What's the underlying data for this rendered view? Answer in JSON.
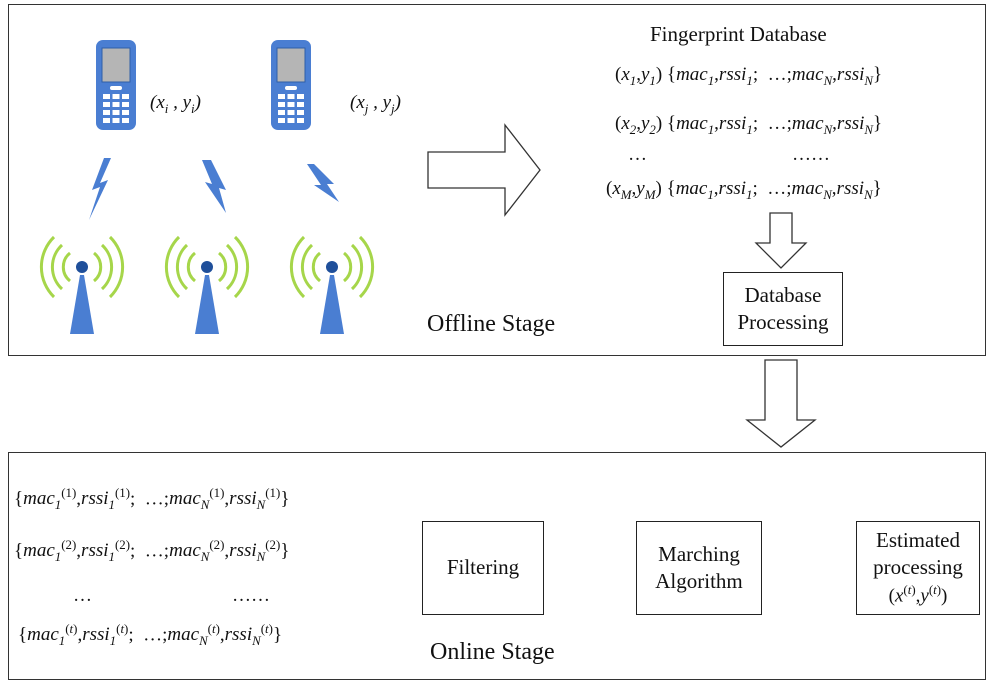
{
  "offline": {
    "stage_label": "Offline Stage",
    "phone1_coord": "(xi , yi)",
    "phone2_coord": "(xj , yj)",
    "db_title": "Fingerprint Database",
    "db_rows": [
      "(x1,y1) {mac1,rssi1; …;macN,rssiN}",
      "(x2,y2) {mac1,rssi1; …;macN,rssiN}",
      "…                         ……",
      "(xM,yM) {mac1,rssi1; …;macN,rssiN}"
    ],
    "db_processing": "Database Processing"
  },
  "online": {
    "stage_label": "Online Stage",
    "measurements": [
      "{mac1(1),rssi1(1); …;macN(1),rssiN(1)}",
      "{mac1(2),rssi1(2); …;macN(2),rssiN(2)}",
      "…                         ……",
      "{mac1(t),rssi1(t); …;macN(t),rssiN(t)}"
    ],
    "filtering": "Filtering",
    "matching": "Marching Algorithm",
    "estimated": "Estimated processing",
    "estimated_coord": "(x(t),y(t))"
  },
  "icons": [
    "mobile-phone-icon",
    "lightning-signal-icon",
    "wifi-antenna-icon",
    "hollow-arrow-icon"
  ],
  "colors": {
    "icon_blue": "#4a7ed2",
    "wave_green": "#a6d64a",
    "screen_gray": "#b5b5b5"
  }
}
